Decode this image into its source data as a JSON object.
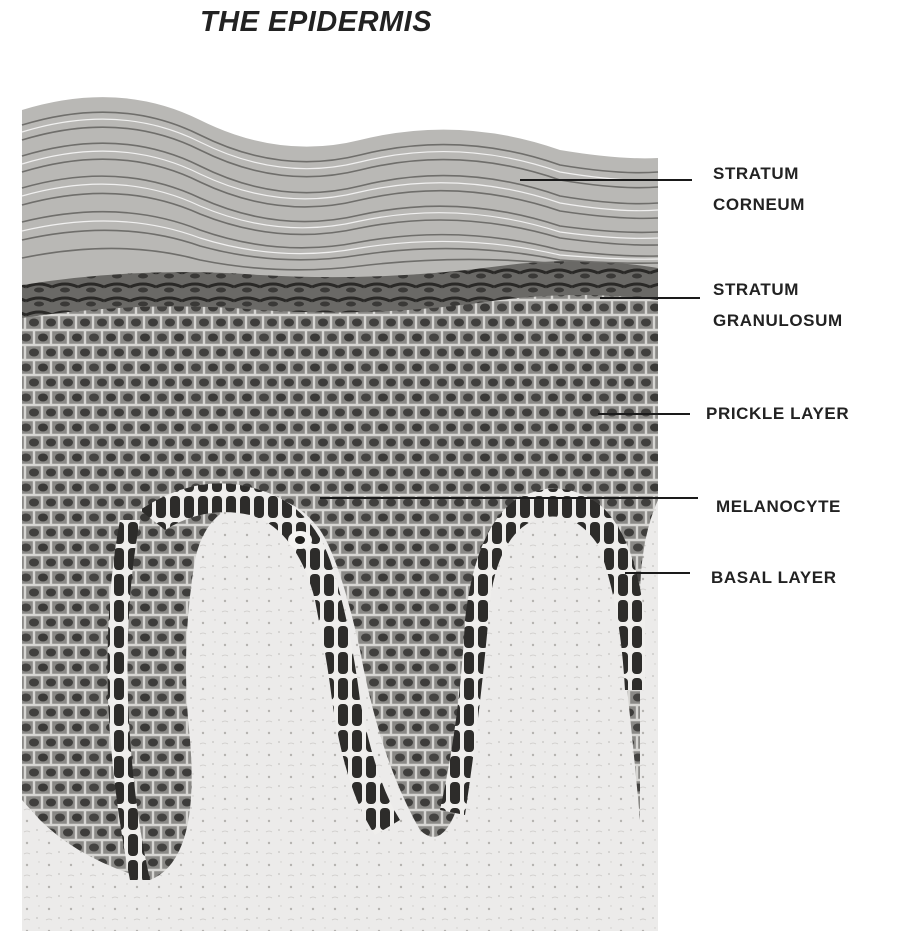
{
  "title": "THE EPIDERMIS",
  "labels": {
    "stratum_corneum": [
      "STRATUM",
      "CORNEUM"
    ],
    "stratum_granulosum": [
      "STRATUM",
      "GRANULOSUM"
    ],
    "prickle_layer": "PRICKLE LAYER",
    "melanocyte": "MELANOCYTE",
    "basal_layer": "BASAL LAYER"
  }
}
